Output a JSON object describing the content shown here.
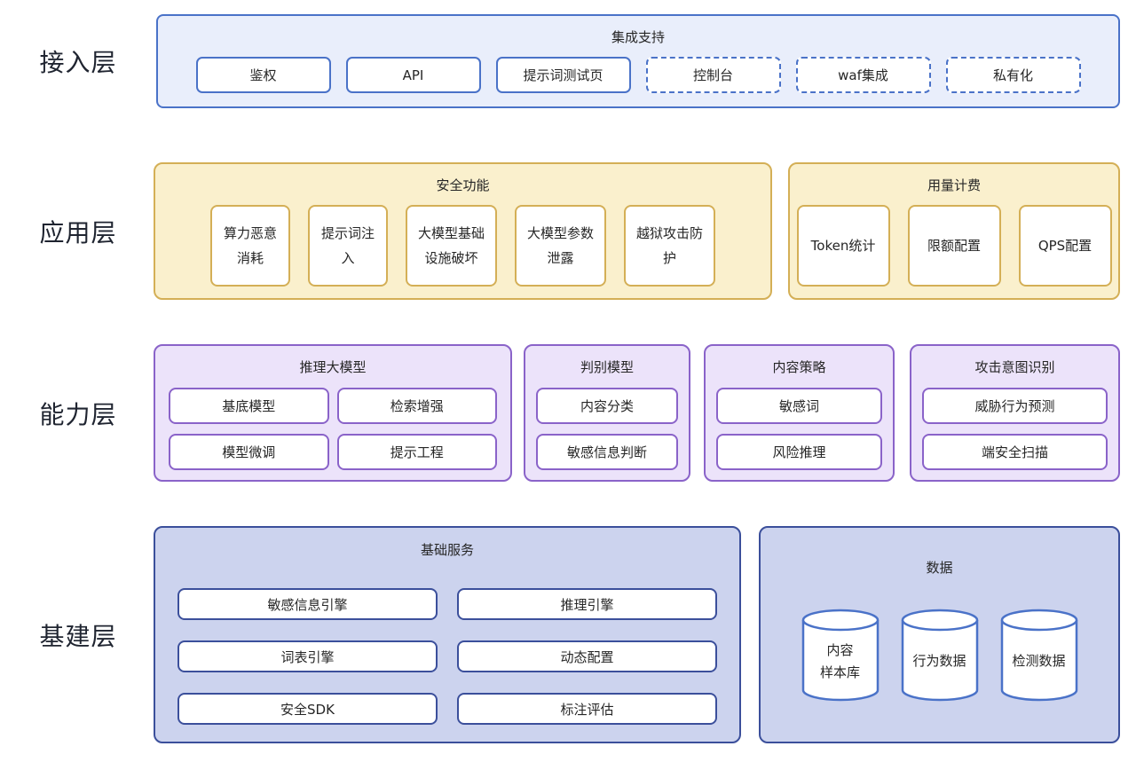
{
  "layer_labels": [
    "接入层",
    "应用层",
    "能力层",
    "基建层"
  ],
  "access_layer": {
    "title": "集成支持",
    "solid_items": [
      "鉴权",
      "API",
      "提示词测试页"
    ],
    "dashed_items": [
      "控制台",
      "waf集成",
      "私有化"
    ]
  },
  "application_layer": {
    "security": {
      "title": "安全功能",
      "items": [
        "算力恶意消耗",
        "提示词注入",
        "大模型基础设施破坏",
        "大模型参数泄露",
        "越狱攻击防护"
      ]
    },
    "billing": {
      "title": "用量计费",
      "items": [
        "Token统计",
        "限额配置",
        "QPS配置"
      ]
    }
  },
  "capability_layer": {
    "reasoning": {
      "title": "推理大模型",
      "items": [
        "基底模型",
        "检索增强",
        "模型微调",
        "提示工程"
      ]
    },
    "discriminative": {
      "title": "判别模型",
      "items": [
        "内容分类",
        "敏感信息判断"
      ]
    },
    "content_policy": {
      "title": "内容策略",
      "items": [
        "敏感词",
        "风险推理"
      ]
    },
    "attack_intent": {
      "title": "攻击意图识别",
      "items": [
        "威胁行为预测",
        "端安全扫描"
      ]
    }
  },
  "infrastructure_layer": {
    "services": {
      "title": "基础服务",
      "items": [
        "敏感信息引擎",
        "推理引擎",
        "词表引擎",
        "动态配置",
        "安全SDK",
        "标注评估"
      ]
    },
    "data": {
      "title": "数据",
      "databases": [
        "内容\n样本库",
        "行为数据",
        "检测数据"
      ]
    }
  },
  "colors": {
    "access-border": "#4a72c8",
    "access-fill": "#e9eefb",
    "app-border": "#d4af56",
    "app-fill": "#faf0cd",
    "cap-border": "#8a63c9",
    "cap-fill": "#ece3fa",
    "infra-border": "#3b4f9b",
    "infra-fill": "#ccd3ee",
    "node-fill": "#ffffff",
    "text": "#262626"
  }
}
